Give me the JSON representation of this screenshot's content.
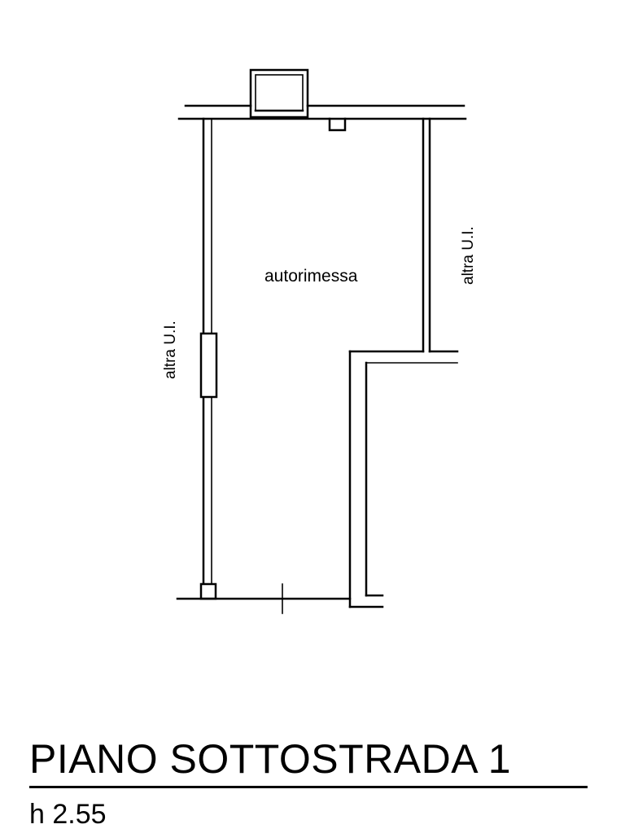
{
  "floor_plan": {
    "room_main_label": "autorimessa",
    "neighbor_left_label": "altra U.I.",
    "neighbor_right_label": "altra U.I.",
    "title": "PIANO SOTTOSTRADA 1",
    "height_label": "h 2.55"
  },
  "colors": {
    "line": "#000000",
    "background": "#ffffff"
  }
}
